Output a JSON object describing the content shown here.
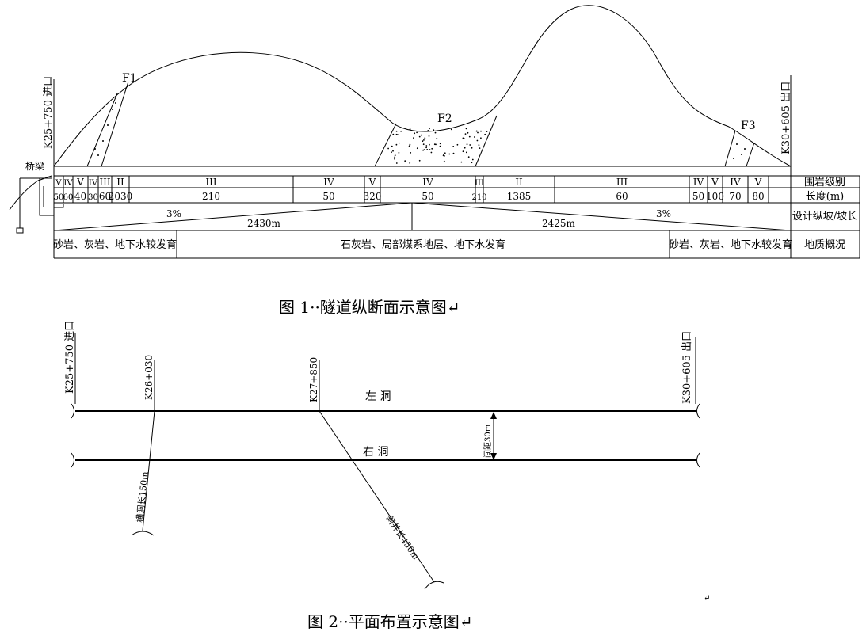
{
  "figure1": {
    "entrance": "K25+750 进口",
    "exit": "K30+605 出口",
    "bridge": "桥梁",
    "faults": [
      "F1",
      "F2",
      "F3"
    ],
    "row_labels": [
      "围岩级别",
      "长度(m)",
      "设计纵坡/坡长",
      "地质概况"
    ],
    "grades": [
      "V",
      "IV",
      "V",
      "IV",
      "III",
      "II",
      "III",
      "IV",
      "V",
      "IV",
      "III",
      "II",
      "III",
      "IV",
      "V",
      "IV",
      "V"
    ],
    "lengths": [
      "50",
      "60",
      "40",
      "30",
      "60",
      "2030",
      "210",
      "50",
      "320",
      "50",
      "210",
      "1385",
      "60",
      "50",
      "100",
      "70",
      "80"
    ],
    "slope_left_pct": "3%",
    "slope_left_len": "2430m",
    "slope_right_pct": "3%",
    "slope_right_len": "2425m",
    "geology": [
      "砂岩、灰岩、地下水较发育",
      "石灰岩、局部煤系地层、地下水发育",
      "砂岩、灰岩、地下水较发育"
    ],
    "caption": "图 1··隧道纵断面示意图↵"
  },
  "figure2": {
    "entrance": "K25+750 进口",
    "exit": "K30+605 出口",
    "station_cross": "K26+030",
    "station_shaft": "K27+850",
    "left_tunnel": "左 洞",
    "right_tunnel": "右 洞",
    "spacing": "间距30m",
    "cross_passage": "横洞长150m",
    "shaft": "斜井长450m",
    "return_mark": "↵",
    "caption": "图 2··平面布置示意图↵"
  }
}
